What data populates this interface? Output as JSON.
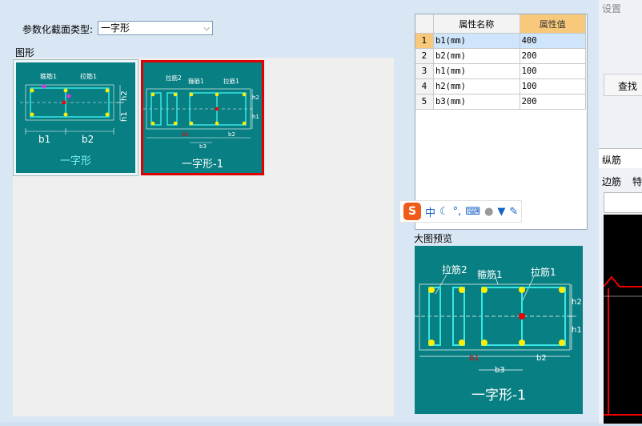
{
  "section_type": {
    "label": "参数化截面类型:",
    "value": "一字形"
  },
  "gallery": {
    "label": "图形",
    "items": [
      {
        "caption": "一字形",
        "rebar_labels": [
          "箍筋1",
          "拉筋1"
        ],
        "dims": [
          "b1",
          "b2",
          "h1",
          "h2"
        ]
      },
      {
        "caption": "一字形-1",
        "rebar_labels": [
          "拉筋2",
          "箍筋1",
          "拉筋1"
        ],
        "dims": [
          "b1",
          "b3",
          "b2",
          "h2",
          "h1"
        ]
      }
    ]
  },
  "properties": {
    "col_name": "属性名称",
    "col_value": "属性值",
    "rows": [
      {
        "index": "1",
        "name": "b1(mm)",
        "value": "400"
      },
      {
        "index": "2",
        "name": "b2(mm)",
        "value": "200"
      },
      {
        "index": "3",
        "name": "h1(mm)",
        "value": "100"
      },
      {
        "index": "4",
        "name": "h2(mm)",
        "value": "100"
      },
      {
        "index": "5",
        "name": "b3(mm)",
        "value": "200"
      }
    ]
  },
  "ime_toolbar": {
    "logo": "S",
    "mode": "中"
  },
  "preview": {
    "label": "大图预览",
    "caption": "一字形-1",
    "rebar_labels": [
      "拉筋2",
      "箍筋1",
      "拉筋1"
    ],
    "dims": [
      "b1",
      "b3",
      "b2",
      "h2",
      "h1"
    ]
  },
  "background_app": {
    "texts": [
      "设置",
      "查找",
      "纵筋",
      "边筋",
      "特"
    ]
  },
  "colors": {
    "diagram_bg": "#087f83",
    "rebar": "#39e6e6",
    "selected_border": "#e00000",
    "header_highlight": "#f8c97a"
  }
}
